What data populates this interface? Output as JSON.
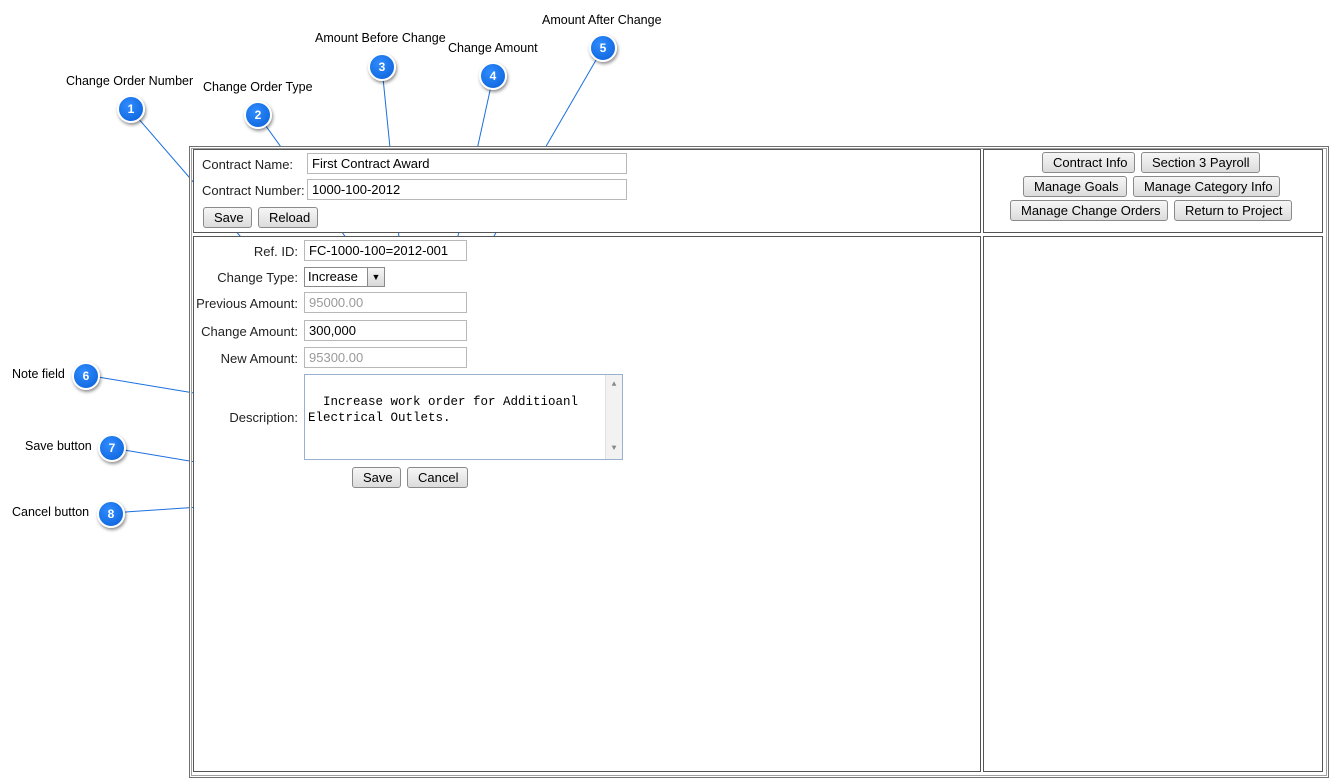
{
  "callouts": [
    {
      "num": "1",
      "caption": "Change Order Number"
    },
    {
      "num": "2",
      "caption": "Change Order Type"
    },
    {
      "num": "3",
      "caption": "Amount Before Change"
    },
    {
      "num": "4",
      "caption": "Change Amount"
    },
    {
      "num": "5",
      "caption": "Amount After Change"
    },
    {
      "num": "6",
      "caption": "Note field"
    },
    {
      "num": "7",
      "caption": "Save button"
    },
    {
      "num": "8",
      "caption": "Cancel button"
    }
  ],
  "contract": {
    "name_label": "Contract Name:",
    "name_value": "First Contract Award",
    "number_label": "Contract Number:",
    "number_value": "1000-100-2012",
    "save_label": "Save",
    "reload_label": "Reload"
  },
  "nav": {
    "contract_info": "Contract Info",
    "section3_payroll": "Section 3 Payroll",
    "manage_goals": "Manage Goals",
    "manage_category_info": "Manage Category Info",
    "manage_change_orders": "Manage Change Orders",
    "return_to_project": "Return to Project"
  },
  "form": {
    "ref_id_label": "Ref. ID:",
    "ref_id_value": "FC-1000-100=2012-001",
    "change_type_label": "Change Type:",
    "change_type_value": "Increase",
    "previous_amount_label": "Previous Amount:",
    "previous_amount_value": "95000.00",
    "change_amount_label": "Change Amount:",
    "change_amount_value": "300,000",
    "new_amount_label": "New Amount:",
    "new_amount_value": "95300.00",
    "description_label": "Description:",
    "description_value": "Increase work order for Additioanl\nElectrical Outlets.",
    "save_label": "Save",
    "cancel_label": "Cancel"
  },
  "icons": {
    "dropdown": "chevron-down-icon",
    "scroll_up": "scroll-up-icon",
    "scroll_down": "scroll-down-icon"
  }
}
